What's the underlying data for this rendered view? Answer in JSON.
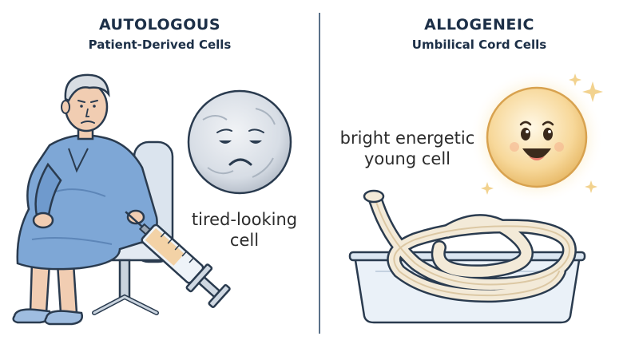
{
  "left": {
    "title": "AUTOLOGOUS",
    "subtitle": "Patient-Derived Cells",
    "cell_label_line1": "tired-looking",
    "cell_label_line2": "cell"
  },
  "right": {
    "title": "ALLOGENEIC",
    "subtitle": "Umbilical Cord Cells",
    "cell_label_line1": "bright energetic",
    "cell_label_line2": "young cell"
  },
  "colors": {
    "heading": "#1c2f47",
    "divider": "#5a7189",
    "gown": "#7ea7d6",
    "tired_cell": "#d7dde5",
    "bright_cell": "#f7d89a"
  },
  "icons": [
    "elderly-patient-icon",
    "chair-icon",
    "syringe-icon",
    "tired-cell-icon",
    "bright-cell-icon",
    "umbilical-cord-icon",
    "tray-icon",
    "sparkle-icon"
  ]
}
